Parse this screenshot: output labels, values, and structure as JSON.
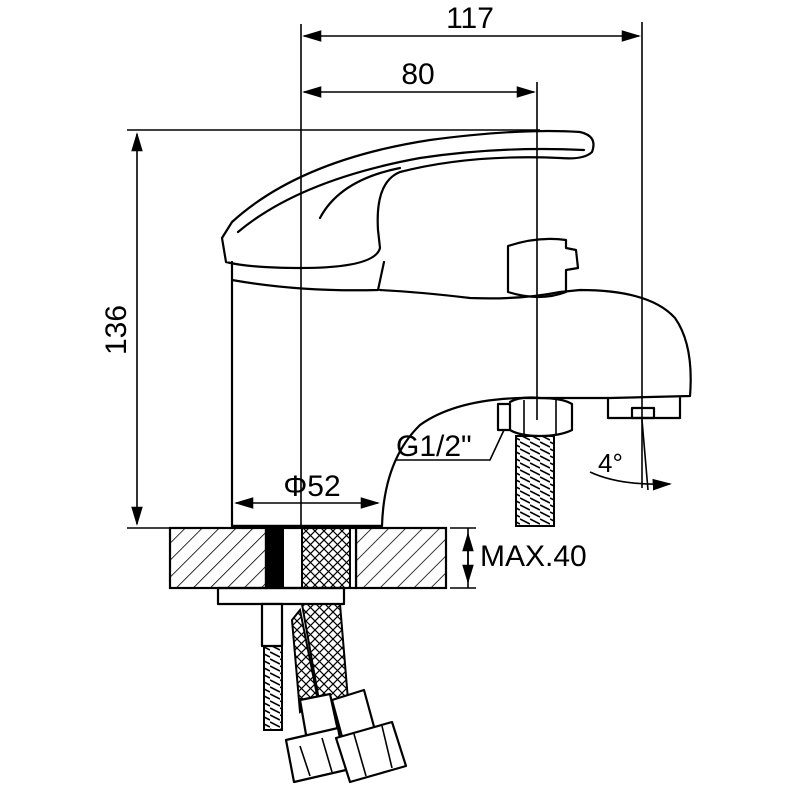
{
  "drawing": {
    "dimensions": {
      "overall_width": "117",
      "spout_width": "80",
      "height": "136",
      "base_diameter": "Φ52",
      "inlet_thread": "G1/2\"",
      "max_deck": "MAX.40",
      "angle": "4°"
    }
  }
}
